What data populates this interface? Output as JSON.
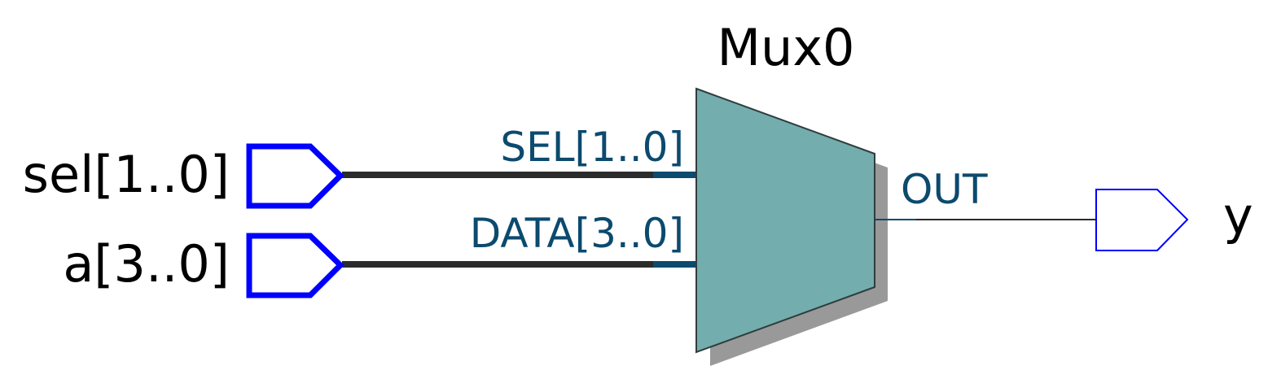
{
  "diagram": {
    "component": {
      "name": "Mux0",
      "ports": {
        "sel": "SEL[1..0]",
        "data": "DATA[3..0]",
        "out": "OUT"
      }
    },
    "inputs": {
      "sel": "sel[1..0]",
      "a": "a[3..0]"
    },
    "outputs": {
      "y": "y"
    }
  },
  "colors": {
    "mux_fill": "#74adad",
    "port_label": "#0c4a6e",
    "io_pin": "#0000ff",
    "bus_wire": "#2b2b2b",
    "shadow": "#999999"
  }
}
